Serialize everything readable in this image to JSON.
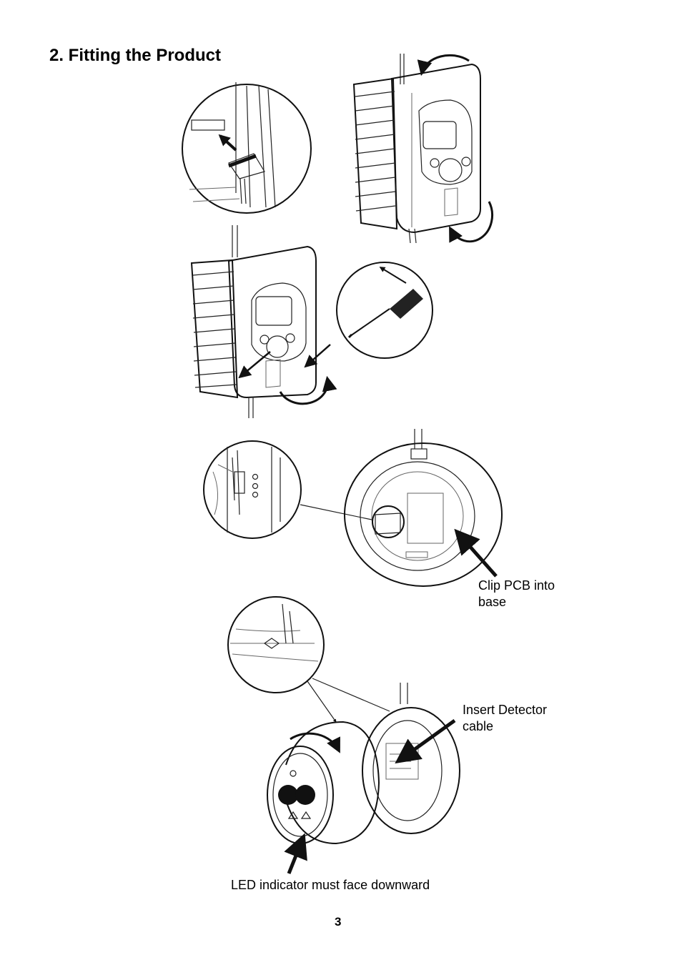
{
  "heading": "2. Fitting the Product",
  "captions": {
    "clip_pcb": "Clip PCB into base",
    "insert_cable": "Insert Detector cable",
    "led_indicator": "LED indicator must face downward"
  },
  "page_number": "3"
}
